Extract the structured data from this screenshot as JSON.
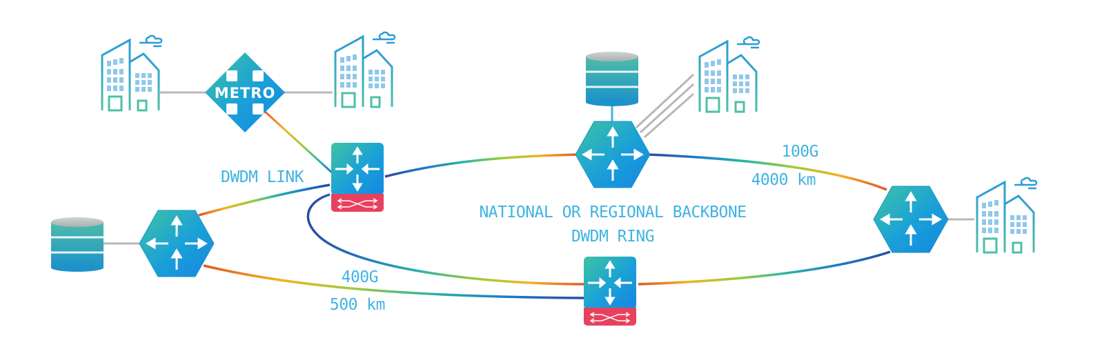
{
  "labels": {
    "metro": "METRO",
    "dwdm_link": "DWDM LINK",
    "backbone_line1": "NATIONAL OR REGIONAL BACKBONE",
    "backbone_line2": "DWDM RING",
    "link_100g_rate": "100G",
    "link_100g_distance": "4000 km",
    "link_400g_rate": "400G",
    "link_400g_distance": "500 km"
  },
  "colors": {
    "label_blue": "#3fb3e3",
    "building_teal": "#4cc0a6",
    "building_blue": "#2a9bd8",
    "router_teal": "#3db8a4",
    "router_blue": "#1d8ee0",
    "roadm_red": "#e8415e",
    "gray_link": "#b7b7b7"
  },
  "icons": {
    "building": "office-building-icon",
    "router": "router-icon",
    "roadm": "optical-switch-icon",
    "database": "database-icon",
    "metro": "metro-switch-icon"
  }
}
